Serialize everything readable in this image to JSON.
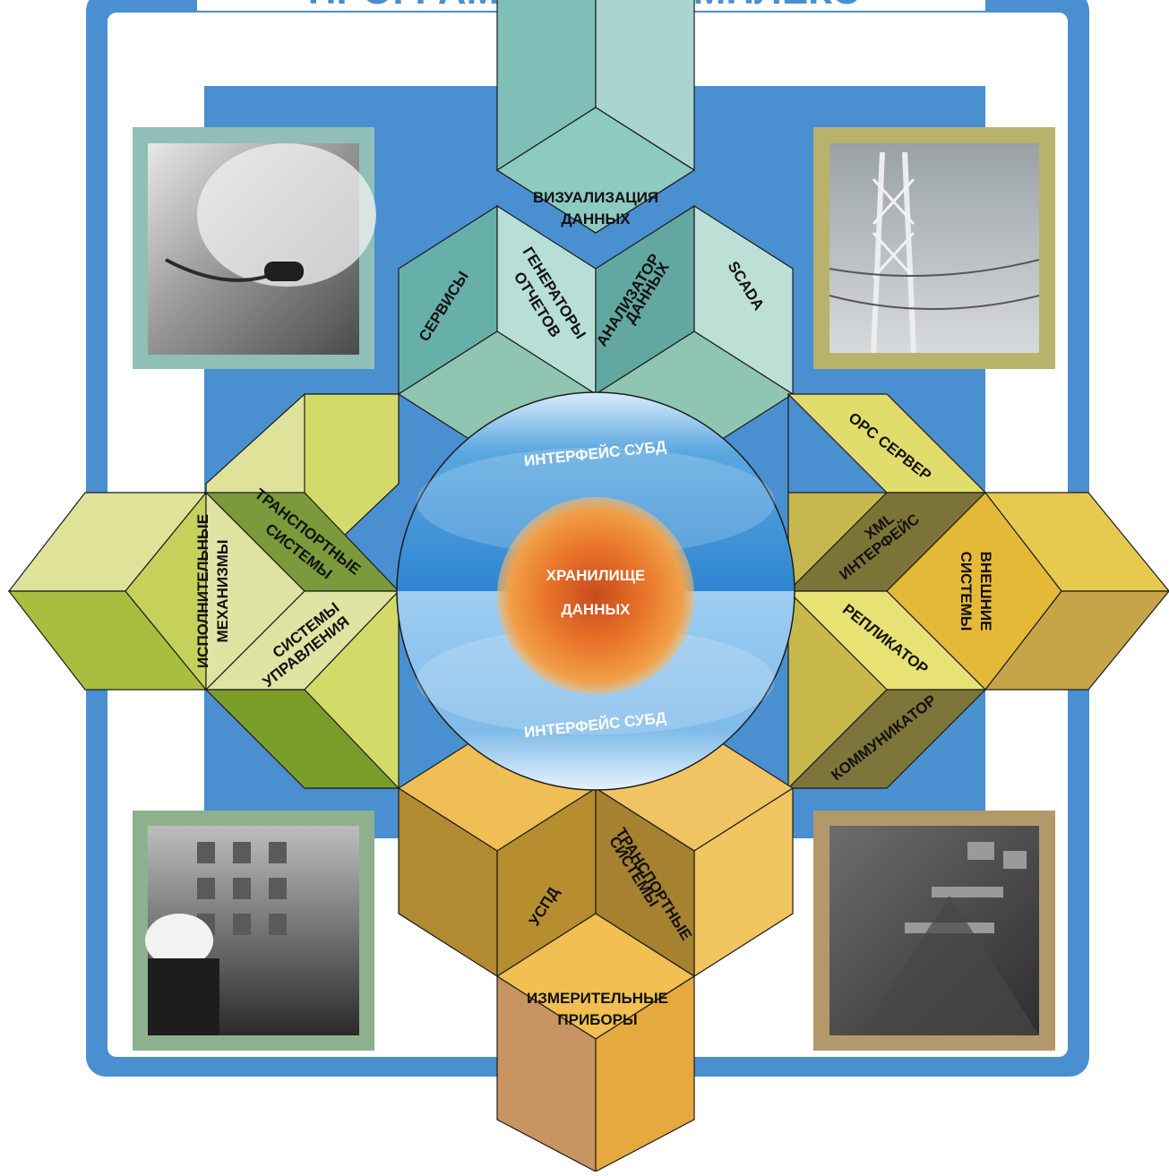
{
  "header": {
    "title_partial": "ПРОГРАММНЫЙ КОМПЛЕКС"
  },
  "center": {
    "core_label_line1": "ХРАНИЛИЩЕ",
    "core_label_line2": "ДАННЫХ",
    "interface_top": "ИНТЕРФЕЙС СУБД",
    "interface_bottom": "ИНТЕРФЕЙС СУБД"
  },
  "top_cluster": {
    "visualization_line1": "ВИЗУАЛИЗАЦИЯ",
    "visualization_line2": "ДАННЫХ",
    "services": "СЕРВИСЫ",
    "report_generators_line1": "ГЕНЕРАТОРЫ",
    "report_generators_line2": "ОТЧЕТОВ",
    "data_analyzer_line1": "АНАЛИЗАТОР",
    "data_analyzer_line2": "ДАННЫХ",
    "scada": "SCADA"
  },
  "left_cluster": {
    "transport_systems_line1": "ТРАНСПОРТНЫЕ",
    "transport_systems_line2": "СИСТЕМЫ",
    "actuators_line1": "ИСПОЛНИТЕЛЬНЫЕ",
    "actuators_line2": "МЕХАНИЗМЫ",
    "control_systems_line1": "СИСТЕМЫ",
    "control_systems_line2": "УПРАВЛЕНИЯ"
  },
  "right_cluster": {
    "opc_server": "OPC СЕРВЕР",
    "xml_interface_line1": "XML",
    "xml_interface_line2": "ИНТЕРФЕЙС",
    "external_systems_line1": "ВНЕШНИЕ",
    "external_systems_line2": "СИСТЕМЫ",
    "replicator": "РЕПЛИКАТОР",
    "communicator": "КОММУНИКАТОР"
  },
  "bottom_cluster": {
    "uspd": "УСПД",
    "transport_systems_line1": "ТРАНСПОРТНЫЕ",
    "transport_systems_line2": "СИСТЕМЫ",
    "measuring_devices_line1": "ИЗМЕРИТЕЛЬНЫЕ",
    "measuring_devices_line2": "ПРИБОРЫ"
  },
  "photos": {
    "top_left": "headset-operator-photo",
    "top_right": "power-line-tower-photo",
    "bottom_left": "construction-workers-photo",
    "bottom_right": "control-room-photo"
  },
  "colors": {
    "frame_blue": "#4a8fd0",
    "teal": "#7dbfb7",
    "lime": "#c9d56b",
    "olive": "#c6b84e",
    "amber": "#e2b247",
    "core_orange": "#e86a26"
  }
}
